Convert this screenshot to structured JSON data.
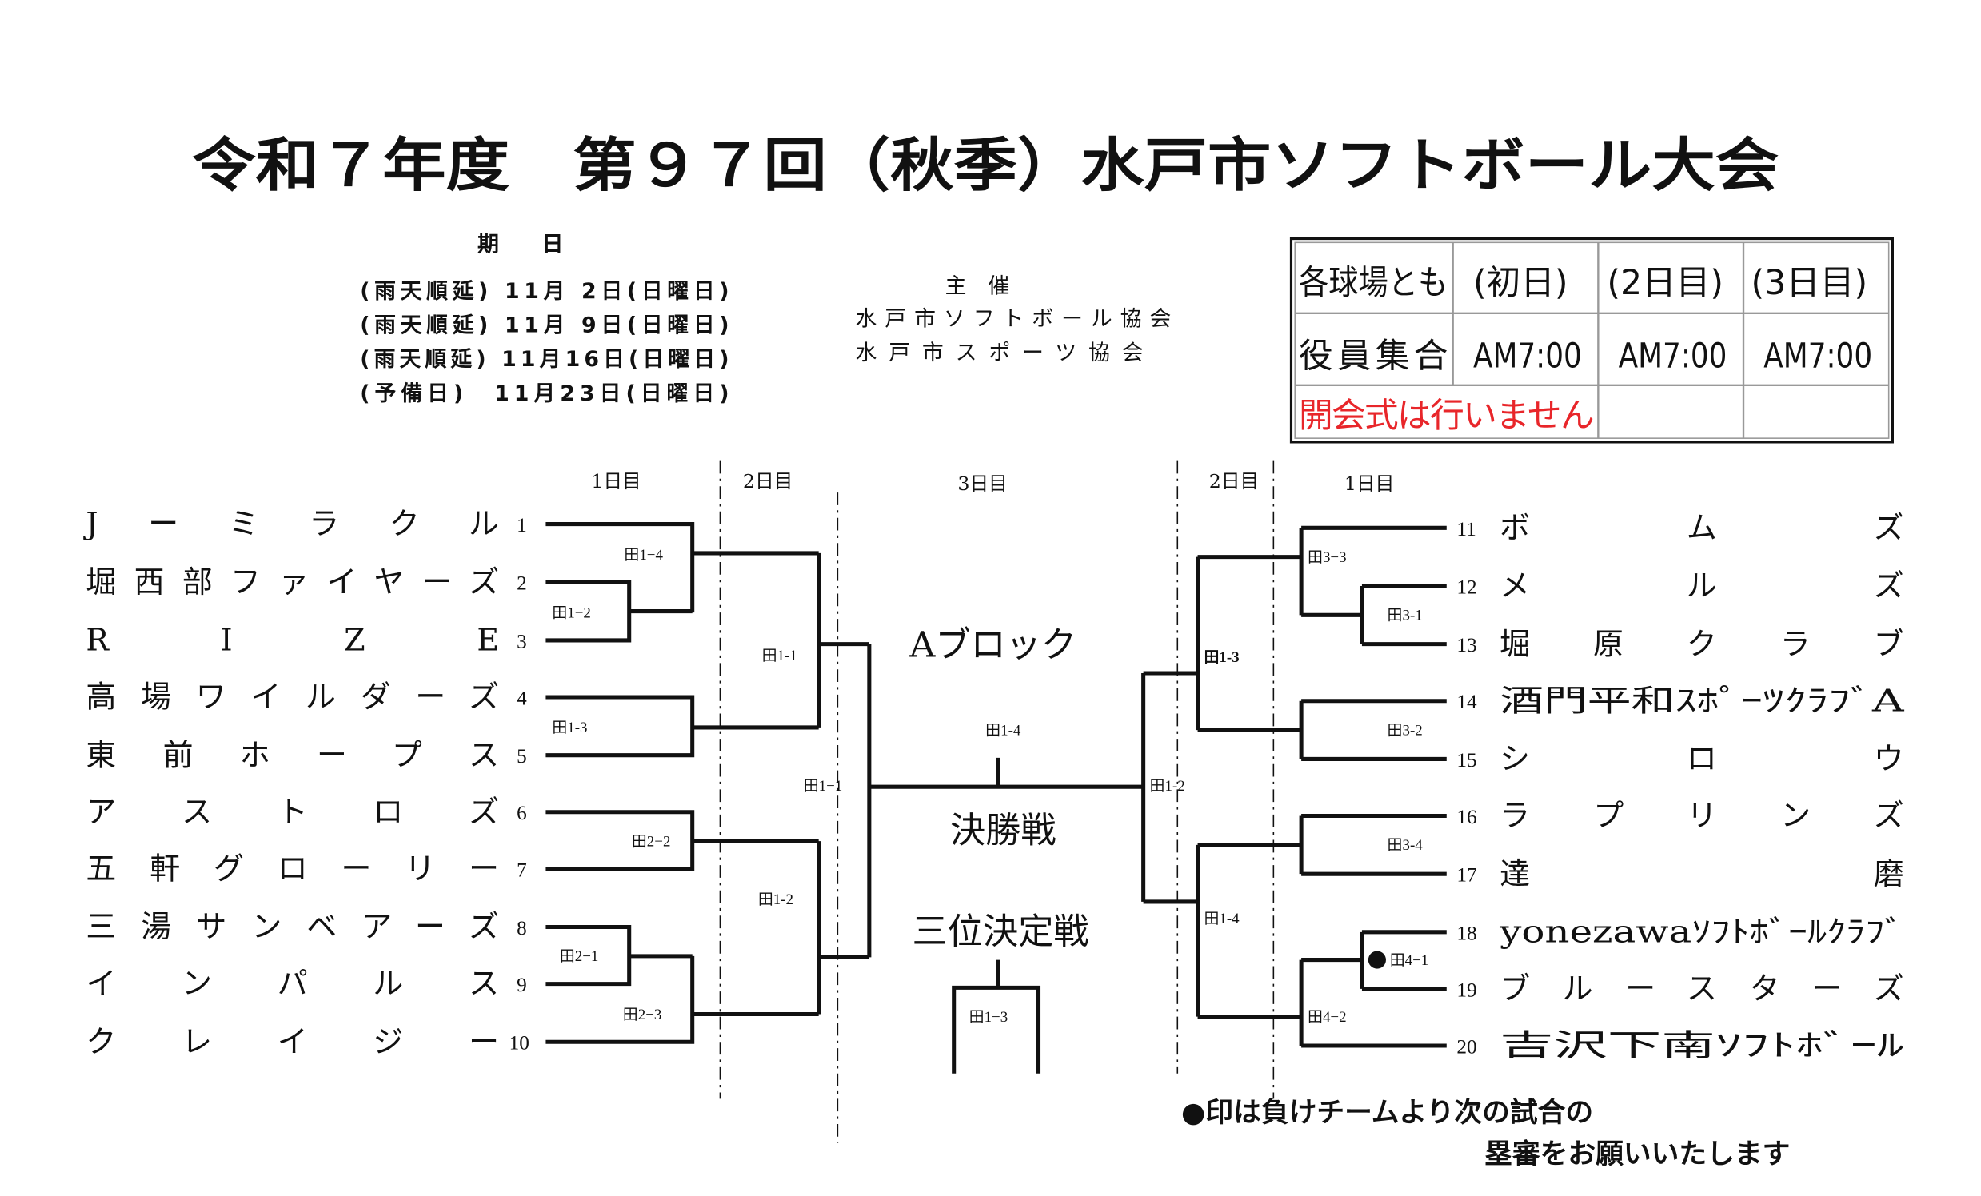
{
  "title": "令和７年度　第９７回（秋季）水戸市ソフトボール大会",
  "dates": {
    "heading": "期　　日",
    "lines": [
      "(雨天順延) 11月 2日(日曜日)",
      "(雨天順延) 11月 9日(日曜日)",
      "(雨天順延) 11月16日(日曜日)",
      "(予備日)　11月23日(日曜日)"
    ]
  },
  "organizer": {
    "heading": "主　催",
    "lines": [
      "水戸市ソフトボール協会",
      "水戸市スポーツ協会"
    ]
  },
  "schedule_table": {
    "header": [
      "各球場とも",
      "(初日)",
      "(2日目)",
      "(3日目)"
    ],
    "row": [
      "役員集合",
      "AM7:00",
      "AM7:00",
      "AM7:00"
    ],
    "notice": "開会式は行いません",
    "notice_color": "#e8262a"
  },
  "rounds": {
    "l1": "1日目",
    "l2": "2日目",
    "c3": "3日目",
    "r2": "2日目",
    "r1": "1日目"
  },
  "teams_left": [
    {
      "num": "1",
      "name": "Jーミラクル"
    },
    {
      "num": "2",
      "name": "堀西部ファイヤーズ"
    },
    {
      "num": "3",
      "name": "RIZE"
    },
    {
      "num": "4",
      "name": "高場ワイルダーズ"
    },
    {
      "num": "5",
      "name": "東前ホープス"
    },
    {
      "num": "6",
      "name": "アストロズ"
    },
    {
      "num": "7",
      "name": "五軒グローリー"
    },
    {
      "num": "8",
      "name": "三湯サンベアーズ"
    },
    {
      "num": "9",
      "name": "インパルス"
    },
    {
      "num": "10",
      "name": "クレイジー"
    }
  ],
  "teams_right": [
    {
      "num": "11",
      "name": "ボムズ"
    },
    {
      "num": "12",
      "name": "メルズ"
    },
    {
      "num": "13",
      "name": "堀原クラブ"
    },
    {
      "num": "14",
      "name": "酒門平和ｽﾎﾟｰﾂｸﾗﾌﾞA"
    },
    {
      "num": "15",
      "name": "シロウ"
    },
    {
      "num": "16",
      "name": "ラプリンズ"
    },
    {
      "num": "17",
      "name": "達磨"
    },
    {
      "num": "18",
      "name": "yonezawaｿﾌﾄﾎﾞｰﾙｸﾗﾌﾞ"
    },
    {
      "num": "19",
      "name": "ブルースターズ"
    },
    {
      "num": "20",
      "name": "吉沢下南ｿﾌﾄﾎﾞｰﾙ"
    }
  ],
  "matches": {
    "l_1_2": "田1−2",
    "l_1_4": "田1−4",
    "l_1_3": "田1-3",
    "l_2_2": "田2−2",
    "l_2_1": "田2−1",
    "l_2_3": "田2−3",
    "l_sf1": "田1-1",
    "l_sf2": "田1-2",
    "l_final_in": "田1−1",
    "r_3_3": "田3−3",
    "r_3_1": "田3-1",
    "r_3_2": "田3-2",
    "r_3_4": "田3-4",
    "r_4_1": "田4−1",
    "r_4_2": "田4−2",
    "r_sf1": "田1-3",
    "r_sf2": "田1-4",
    "r_final_in": "田1-2",
    "final": "田1-4",
    "third": "田1−3"
  },
  "center": {
    "block": "Aブロック",
    "final": "決勝戦",
    "third": "三位決定戦"
  },
  "footer": {
    "line1": "●印は負けチームより次の試合の",
    "line2": "塁審をお願いいたします"
  }
}
